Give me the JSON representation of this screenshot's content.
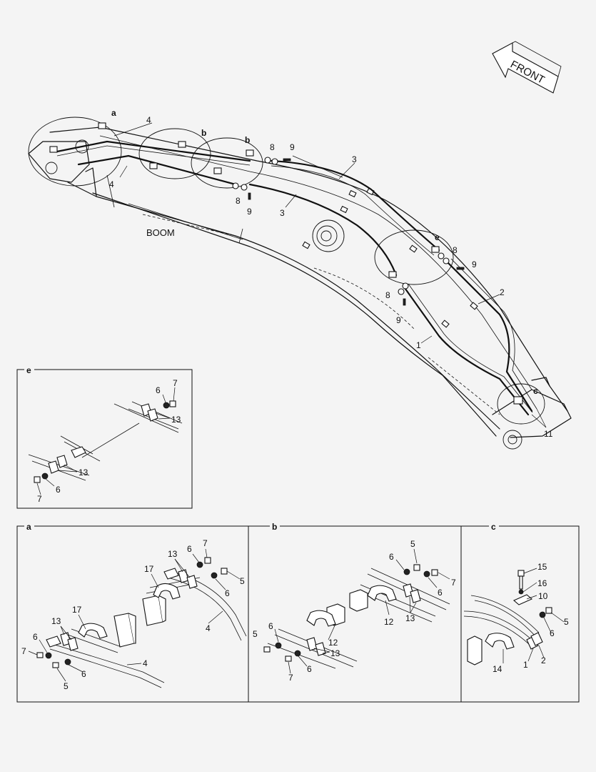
{
  "direction_label": "FRONT",
  "main_label": "BOOM",
  "main_callouts": [
    {
      "id": "a",
      "text": "a"
    },
    {
      "id": "b1",
      "text": "b"
    },
    {
      "id": "b2",
      "text": "b"
    },
    {
      "id": "e",
      "text": "e"
    },
    {
      "id": "c",
      "text": "c"
    },
    {
      "id": "p4a",
      "text": "4"
    },
    {
      "id": "p4b",
      "text": "4"
    },
    {
      "id": "p8a",
      "text": "8"
    },
    {
      "id": "p9a",
      "text": "9"
    },
    {
      "id": "p3a",
      "text": "3"
    },
    {
      "id": "p8b",
      "text": "8"
    },
    {
      "id": "p9b",
      "text": "9"
    },
    {
      "id": "p3b",
      "text": "3"
    },
    {
      "id": "p8c",
      "text": "8"
    },
    {
      "id": "p9c",
      "text": "9"
    },
    {
      "id": "p2",
      "text": "2"
    },
    {
      "id": "p8d",
      "text": "8"
    },
    {
      "id": "p9d",
      "text": "9"
    },
    {
      "id": "p1",
      "text": "1"
    },
    {
      "id": "p11",
      "text": "11"
    }
  ],
  "detail_e": {
    "title": "e",
    "labels": [
      {
        "id": "e6a",
        "text": "6"
      },
      {
        "id": "e7a",
        "text": "7"
      },
      {
        "id": "e13a",
        "text": "13"
      },
      {
        "id": "e13b",
        "text": "13"
      },
      {
        "id": "e7b",
        "text": "7"
      },
      {
        "id": "e6b",
        "text": "6"
      }
    ]
  },
  "detail_a": {
    "title": "a",
    "labels": [
      {
        "id": "a13a",
        "text": "13"
      },
      {
        "id": "a6a",
        "text": "6"
      },
      {
        "id": "a7a",
        "text": "7"
      },
      {
        "id": "a17a",
        "text": "17"
      },
      {
        "id": "a5a",
        "text": "5"
      },
      {
        "id": "a6b",
        "text": "6"
      },
      {
        "id": "a4a",
        "text": "4"
      },
      {
        "id": "a13b",
        "text": "13"
      },
      {
        "id": "a17b",
        "text": "17"
      },
      {
        "id": "a6c",
        "text": "6"
      },
      {
        "id": "a7b",
        "text": "7"
      },
      {
        "id": "a6d",
        "text": "6"
      },
      {
        "id": "a5b",
        "text": "5"
      },
      {
        "id": "a4b",
        "text": "4"
      }
    ]
  },
  "detail_b": {
    "title": "b",
    "labels": [
      {
        "id": "b5a",
        "text": "5"
      },
      {
        "id": "b6a",
        "text": "6"
      },
      {
        "id": "b7a",
        "text": "7"
      },
      {
        "id": "b6b",
        "text": "6"
      },
      {
        "id": "b12a",
        "text": "12"
      },
      {
        "id": "b13a",
        "text": "13"
      },
      {
        "id": "b6c",
        "text": "6"
      },
      {
        "id": "b5b",
        "text": "5"
      },
      {
        "id": "b12b",
        "text": "12"
      },
      {
        "id": "b13b",
        "text": "13"
      },
      {
        "id": "b6d",
        "text": "6"
      },
      {
        "id": "b7b",
        "text": "7"
      }
    ]
  },
  "detail_c": {
    "title": "c",
    "labels": [
      {
        "id": "c15",
        "text": "15"
      },
      {
        "id": "c16",
        "text": "16"
      },
      {
        "id": "c10",
        "text": "10"
      },
      {
        "id": "c5",
        "text": "5"
      },
      {
        "id": "c6",
        "text": "6"
      },
      {
        "id": "c14",
        "text": "14"
      },
      {
        "id": "c1",
        "text": "1"
      },
      {
        "id": "c2",
        "text": "2"
      }
    ]
  }
}
